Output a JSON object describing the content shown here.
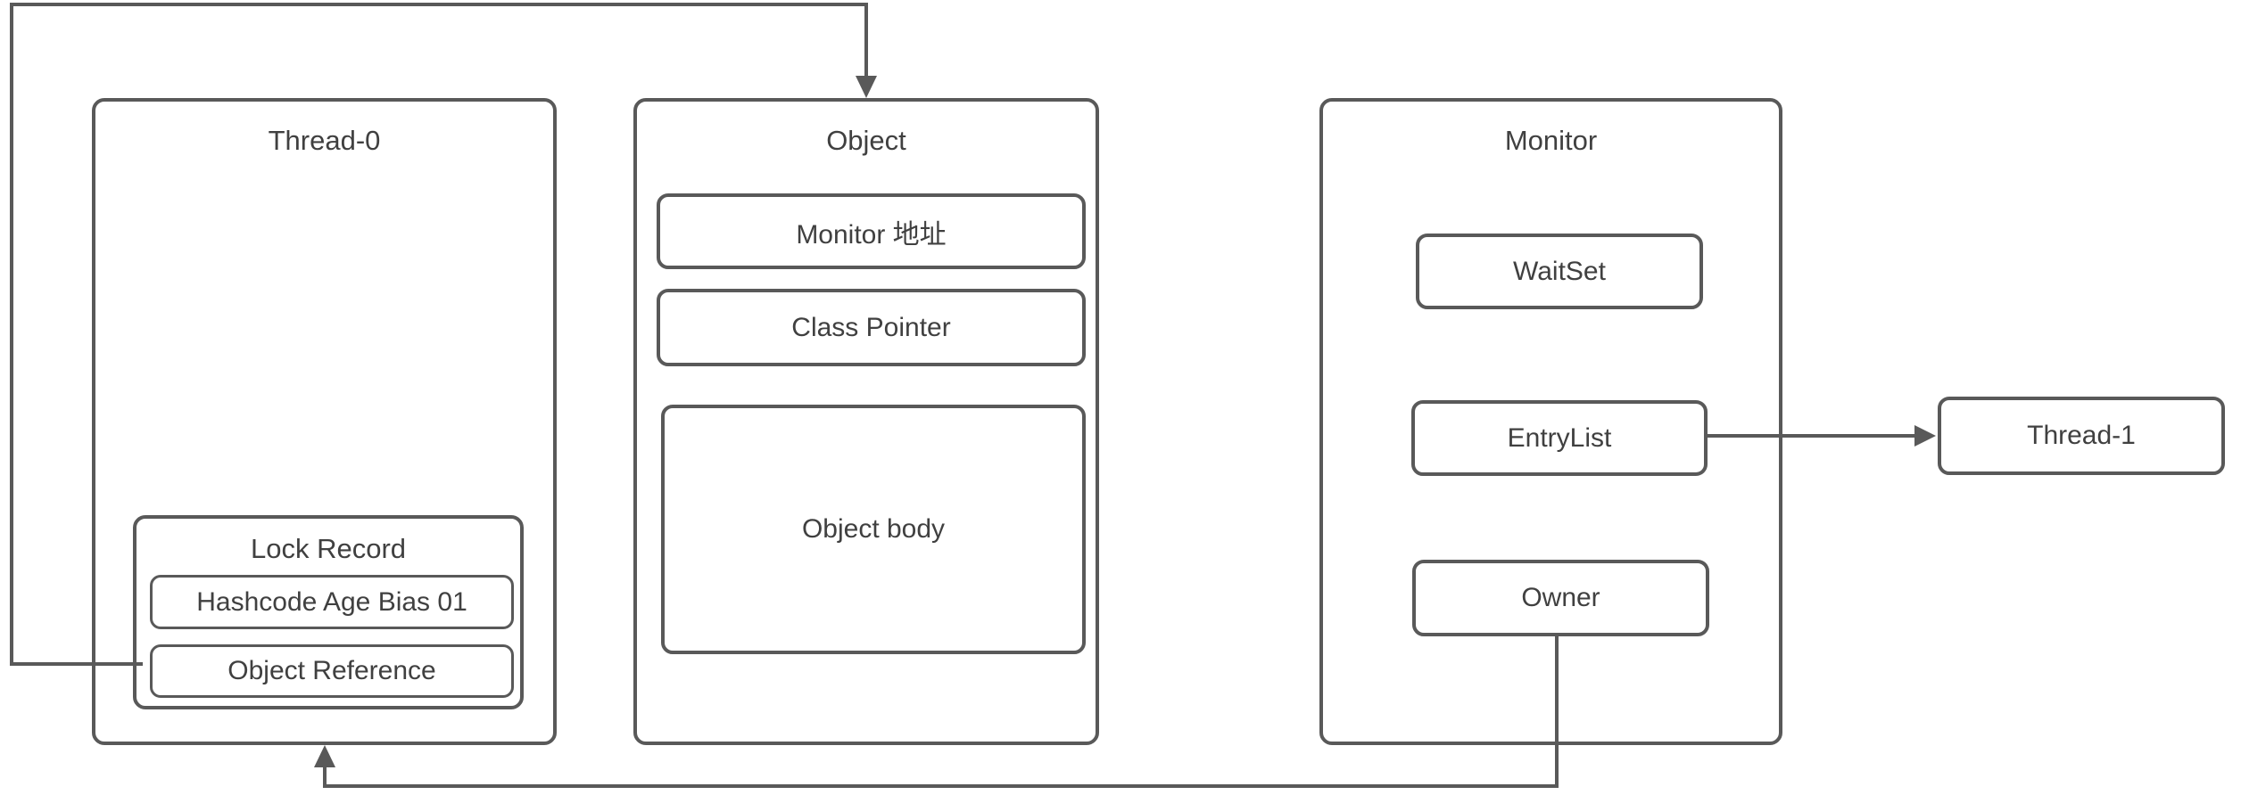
{
  "diagram": {
    "nodes": {
      "thread0": {
        "label": "Thread-0"
      },
      "lock_record": {
        "label": "Lock Record"
      },
      "hashcode": {
        "label": "Hashcode Age Bias 01"
      },
      "object_ref": {
        "label": "Object Reference"
      },
      "object": {
        "label": "Object"
      },
      "monitor_addr": {
        "label": "Monitor 地址"
      },
      "class_pointer": {
        "label": "Class Pointer"
      },
      "object_body": {
        "label": "Object body"
      },
      "monitor": {
        "label": "Monitor"
      },
      "waitset": {
        "label": "WaitSet"
      },
      "entrylist": {
        "label": "EntryList"
      },
      "owner": {
        "label": "Owner"
      },
      "thread1": {
        "label": "Thread-1"
      }
    },
    "edges": [
      {
        "from": "Object Reference",
        "to": "Object",
        "style": "orthogonal-arrow"
      },
      {
        "from": "EntryList",
        "to": "Thread-1",
        "style": "orthogonal-arrow"
      },
      {
        "from": "Owner",
        "to": "Thread-0",
        "style": "orthogonal-arrow"
      }
    ],
    "colors": {
      "stroke": "#595959",
      "text": "#404040",
      "background": "#ffffff"
    }
  }
}
